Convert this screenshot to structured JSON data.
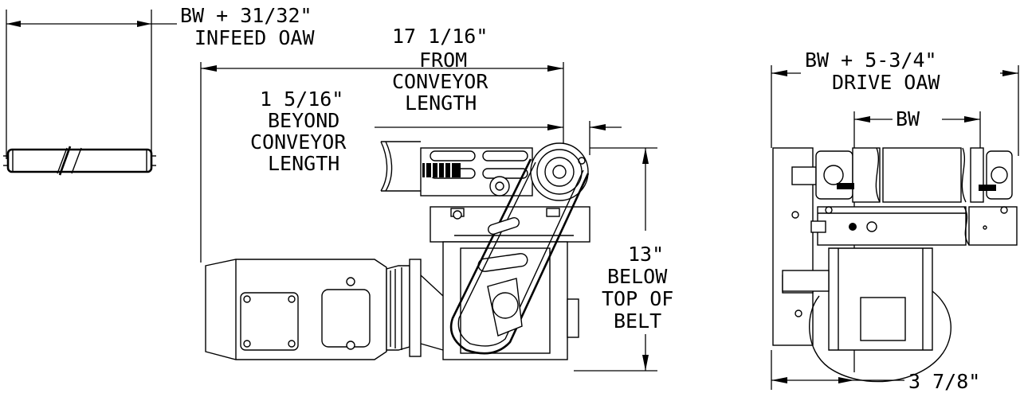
{
  "labels": {
    "infeed_oaw": [
      "BW + 31/32\"",
      "INFEED OAW"
    ],
    "from_conveyor": [
      "17 1/16\"",
      "FROM",
      "CONVEYOR",
      "LENGTH"
    ],
    "beyond_conveyor": [
      "1 5/16\"",
      "BEYOND",
      "CONVEYOR",
      "LENGTH"
    ],
    "below_top": [
      "13\"",
      "BELOW",
      "TOP OF",
      "BELT"
    ],
    "drive_oaw": [
      "BW + 5-3/4\"",
      "DRIVE OAW"
    ],
    "bw": "BW",
    "offset": "3 7/8\""
  }
}
